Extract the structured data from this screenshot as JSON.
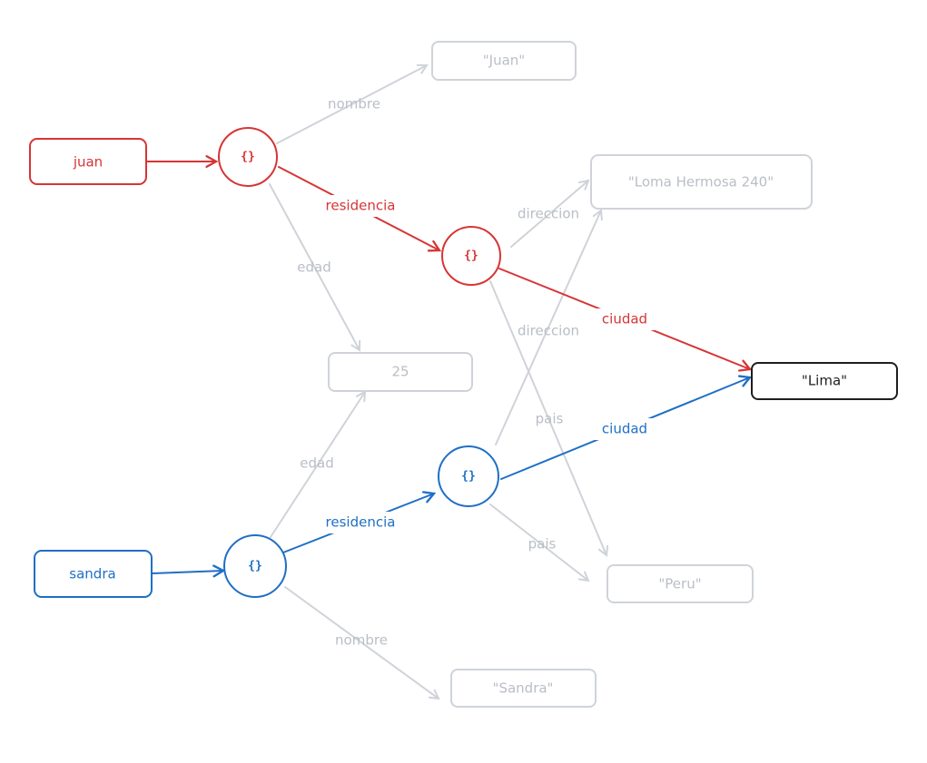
{
  "colors": {
    "red": "#d63535",
    "blue": "#1f6fc5",
    "gray": "#cfd3d9",
    "grayText": "#b9bec6",
    "black": "#1e1e1e"
  },
  "nodes": {
    "juan_var": "juan",
    "sandra_var": "sandra",
    "obj_symbol": "{}",
    "str_juan": "\"Juan\"",
    "str_loma": "\"Loma Hermosa 240\"",
    "num_25": "25",
    "str_lima": "\"Lima\"",
    "str_peru": "\"Peru\"",
    "str_sandra": "\"Sandra\""
  },
  "edges": {
    "nombre_juan": "nombre",
    "residencia_juan": "residencia",
    "edad_juan": "edad",
    "direccion_juan": "direccion",
    "ciudad_juan": "ciudad",
    "pais_juan": "pais",
    "edad_sandra": "edad",
    "residencia_sandra": "residencia",
    "direccion_sandra": "direccion",
    "ciudad_sandra": "ciudad",
    "pais_sandra": "pais",
    "nombre_sandra": "nombre"
  }
}
